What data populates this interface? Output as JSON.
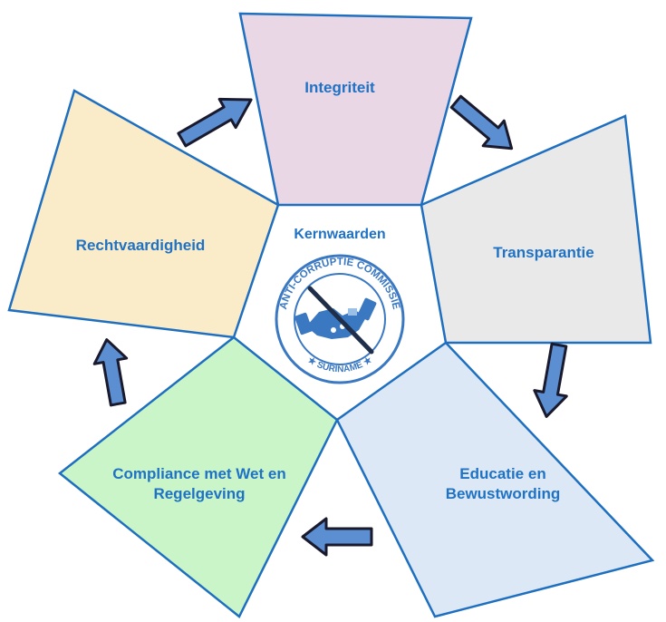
{
  "center": {
    "title": "Kernwaarden",
    "logo": {
      "arc_top": "ANTI-CORRUPTIE COMMISSIE",
      "arc_bottom": "★ SURINAME ★"
    }
  },
  "values": [
    {
      "label": "Integriteit",
      "fill": "#ead7e6"
    },
    {
      "label": "Transparantie",
      "fill": "#e9e9e9"
    },
    {
      "label": "Educatie en Bewustwording",
      "fill": "#dce8f5"
    },
    {
      "label": "Compliance met Wet en Regelgeving",
      "fill": "#c9f5c9"
    },
    {
      "label": "Rechtvaardigheid",
      "fill": "#faecc8"
    }
  ],
  "colors": {
    "outline": "#1e6fbf",
    "text": "#1f72c4",
    "arrow_fill": "#5b8fd1",
    "arrow_stroke": "#1a1a2e",
    "logo_blue": "#3a78c2"
  }
}
